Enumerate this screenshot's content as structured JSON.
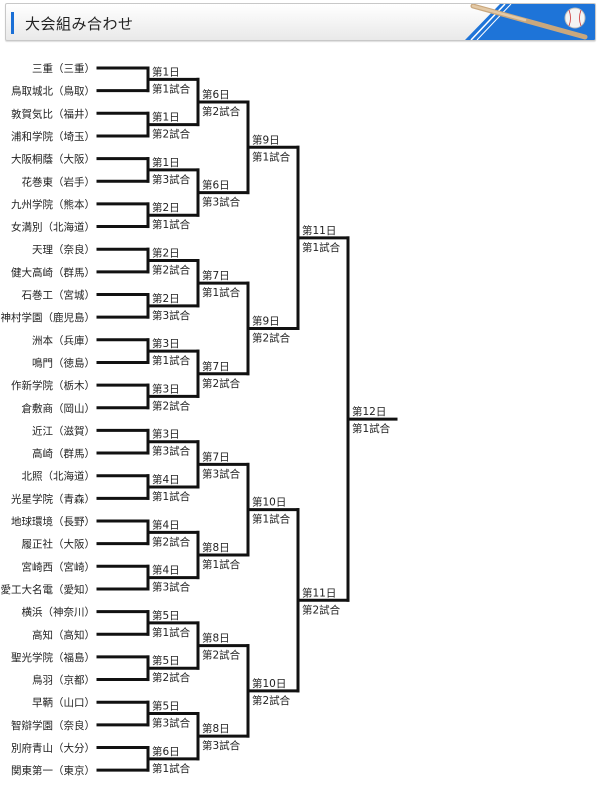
{
  "header": {
    "title": "大会組み合わせ",
    "accent_color": "#1a6fd6",
    "icon": "baseball-bat-and-ball-icon"
  },
  "teams": [
    "三重（三重）",
    "鳥取城北（鳥取）",
    "敦賀気比（福井）",
    "浦和学院（埼玉）",
    "大阪桐蔭（大阪）",
    "花巻東（岩手）",
    "九州学院（熊本）",
    "女満別（北海道）",
    "天理（奈良）",
    "健大高崎（群馬）",
    "石巻工（宮城）",
    "神村学園（鹿児島）",
    "洲本（兵庫）",
    "鳴門（徳島）",
    "作新学院（栃木）",
    "倉敷商（岡山）",
    "近江（滋賀）",
    "高崎（群馬）",
    "北照（北海道）",
    "光星学院（青森）",
    "地球環境（長野）",
    "履正社（大阪）",
    "宮崎西（宮崎）",
    "愛工大名電（愛知）",
    "横浜（神奈川）",
    "高知（高知）",
    "聖光学院（福島）",
    "鳥羽（京都）",
    "早鞆（山口）",
    "智辯学園（奈良）",
    "別府青山（大分）",
    "関東第一（東京）"
  ],
  "rounds": [
    [
      {
        "day": "第1日",
        "game": "第1試合"
      },
      {
        "day": "第1日",
        "game": "第2試合"
      },
      {
        "day": "第1日",
        "game": "第3試合"
      },
      {
        "day": "第2日",
        "game": "第1試合"
      },
      {
        "day": "第2日",
        "game": "第2試合"
      },
      {
        "day": "第2日",
        "game": "第3試合"
      },
      {
        "day": "第3日",
        "game": "第1試合"
      },
      {
        "day": "第3日",
        "game": "第2試合"
      },
      {
        "day": "第3日",
        "game": "第3試合"
      },
      {
        "day": "第4日",
        "game": "第1試合"
      },
      {
        "day": "第4日",
        "game": "第2試合"
      },
      {
        "day": "第4日",
        "game": "第3試合"
      },
      {
        "day": "第5日",
        "game": "第1試合"
      },
      {
        "day": "第5日",
        "game": "第2試合"
      },
      {
        "day": "第5日",
        "game": "第3試合"
      },
      {
        "day": "第6日",
        "game": "第1試合"
      }
    ],
    [
      {
        "day": "第6日",
        "game": "第2試合"
      },
      {
        "day": "第6日",
        "game": "第3試合"
      },
      {
        "day": "第7日",
        "game": "第1試合"
      },
      {
        "day": "第7日",
        "game": "第2試合"
      },
      {
        "day": "第7日",
        "game": "第3試合"
      },
      {
        "day": "第8日",
        "game": "第1試合"
      },
      {
        "day": "第8日",
        "game": "第2試合"
      },
      {
        "day": "第8日",
        "game": "第3試合"
      }
    ],
    [
      {
        "day": "第9日",
        "game": "第1試合"
      },
      {
        "day": "第9日",
        "game": "第2試合"
      },
      {
        "day": "第10日",
        "game": "第1試合"
      },
      {
        "day": "第10日",
        "game": "第2試合"
      }
    ],
    [
      {
        "day": "第11日",
        "game": "第1試合"
      },
      {
        "day": "第11日",
        "game": "第2試合"
      }
    ],
    [
      {
        "day": "第12日",
        "game": "第1試合"
      }
    ]
  ]
}
